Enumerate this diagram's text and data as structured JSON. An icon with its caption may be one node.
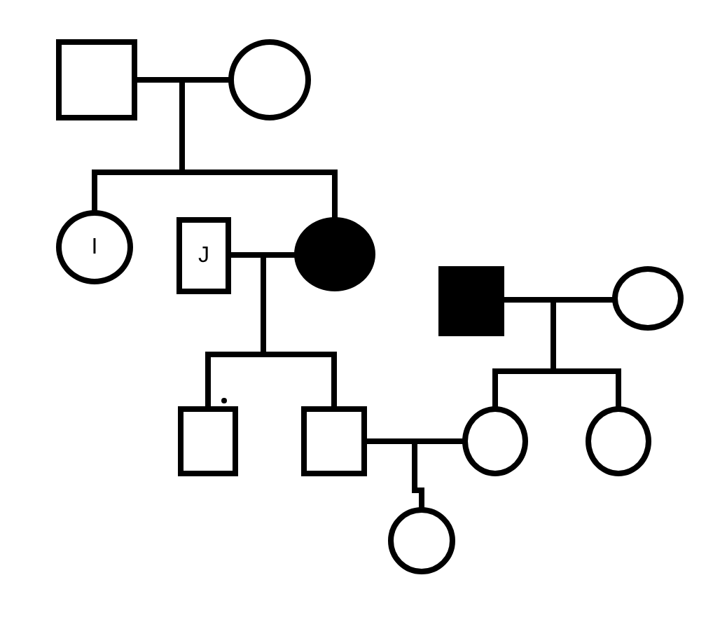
{
  "diagram": {
    "nodes": [
      {
        "text": [],
        "shape": "box"
      },
      {
        "text": [],
        "shape": "circle"
      },
      {
        "text": [
          "I"
        ]
      },
      {
        "text": [
          "J"
        ]
      },
      {
        "text": [],
        "shape": "circle"
      },
      {
        "text": [],
        "shape": "box"
      },
      {
        "text": [],
        "shape": "circle"
      },
      {
        "text": [],
        "shape": "box"
      },
      {
        "text": [],
        "shape": "box"
      },
      {
        "text": [],
        "shape": "circle"
      },
      {
        "text": [],
        "shape": "circle"
      },
      {
        "text": [],
        "shape": "circle"
      }
    ],
    "edges": [
      {
        "from": 0,
        "to": 1,
        "arrow": "none"
      },
      {
        "from": 0,
        "to": 2,
        "arrow": "none"
      },
      {
        "from": 1,
        "to": 2,
        "arrow": "none"
      },
      {
        "from": 0,
        "to": 4,
        "arrow": "none"
      },
      {
        "from": 1,
        "to": 4,
        "arrow": "none"
      },
      {
        "from": 3,
        "to": 4,
        "arrow": "none"
      },
      {
        "from": 3,
        "to": 7,
        "arrow": "none"
      },
      {
        "from": 4,
        "to": 7,
        "arrow": "none"
      },
      {
        "from": 3,
        "to": 8,
        "arrow": "none"
      },
      {
        "from": 4,
        "to": 8,
        "arrow": "none"
      },
      {
        "from": 5,
        "to": 6,
        "arrow": "none"
      },
      {
        "from": 5,
        "to": 9,
        "arrow": "none"
      },
      {
        "from": 6,
        "to": 9,
        "arrow": "none"
      },
      {
        "from": 5,
        "to": 10,
        "arrow": "none"
      },
      {
        "from": 6,
        "to": 10,
        "arrow": "none"
      },
      {
        "from": 8,
        "to": 9,
        "arrow": "none"
      },
      {
        "from": 8,
        "to": 11,
        "arrow": "none"
      },
      {
        "from": 9,
        "to": 11,
        "arrow": "none"
      }
    ]
  }
}
